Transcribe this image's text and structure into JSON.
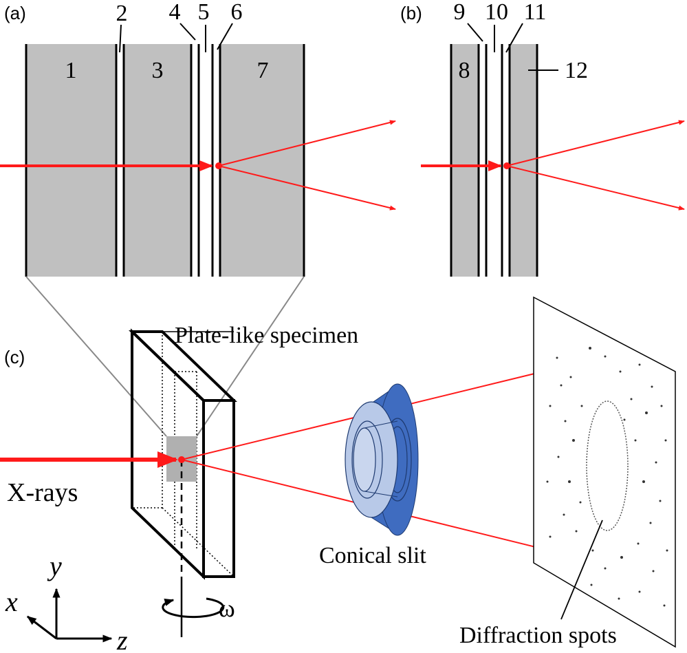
{
  "panel_a": {
    "tag": "(a)",
    "layer_numbers": [
      "1",
      "2",
      "3",
      "4",
      "5",
      "6",
      "7"
    ]
  },
  "panel_b": {
    "tag": "(b)",
    "layer_numbers": [
      "8",
      "9",
      "10",
      "11",
      "12"
    ]
  },
  "panel_c": {
    "tag": "(c)",
    "specimen_label": "Plate-like specimen",
    "xray_label": "X-rays",
    "slit_label": "Conical slit",
    "spots_label": "Diffraction spots",
    "axis_x": "x",
    "axis_y": "y",
    "axis_z": "z",
    "rotation_symbol": "ω"
  },
  "colors": {
    "beam": "#ff1a1a",
    "layer_fill": "#c0c0c0",
    "slit_light": "#b8c9e8",
    "slit_dark": "#3f6cc0"
  }
}
